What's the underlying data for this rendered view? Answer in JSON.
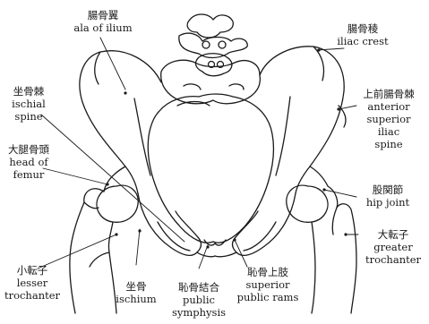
{
  "labels": {
    "ala_of_ilium": {
      "jp": "腸骨翼",
      "en": [
        "ala of ilium"
      ]
    },
    "iliac_crest": {
      "jp": "腸骨稜",
      "en": [
        "iliac crest"
      ]
    },
    "ischial_spine": {
      "jp": "坐骨棘",
      "en": [
        "ischial",
        "spine"
      ]
    },
    "anterior_superior_iliac_spine": {
      "jp": "上前腸骨棘",
      "en": [
        "anterior",
        "superior",
        "iliac",
        "spine"
      ]
    },
    "head_of_femur": {
      "jp": "大腿骨頭",
      "en": [
        "head of",
        "femur"
      ]
    },
    "hip_joint": {
      "jp": "股関節",
      "en": [
        "hip joint"
      ]
    },
    "greater_trochanter": {
      "jp": "大転子",
      "en": [
        "greater",
        "trochanter"
      ]
    },
    "lesser_trochanter": {
      "jp": "小転子",
      "en": [
        "lesser",
        "trochanter"
      ]
    },
    "ischium": {
      "jp": "坐骨",
      "en": [
        "ischium"
      ]
    },
    "public_symphysis": {
      "jp": "恥骨結合",
      "en": [
        "public",
        "symphysis"
      ]
    },
    "superior_public_rams": {
      "jp": "恥骨上肢",
      "en": [
        "superior",
        "public rams"
      ]
    }
  }
}
